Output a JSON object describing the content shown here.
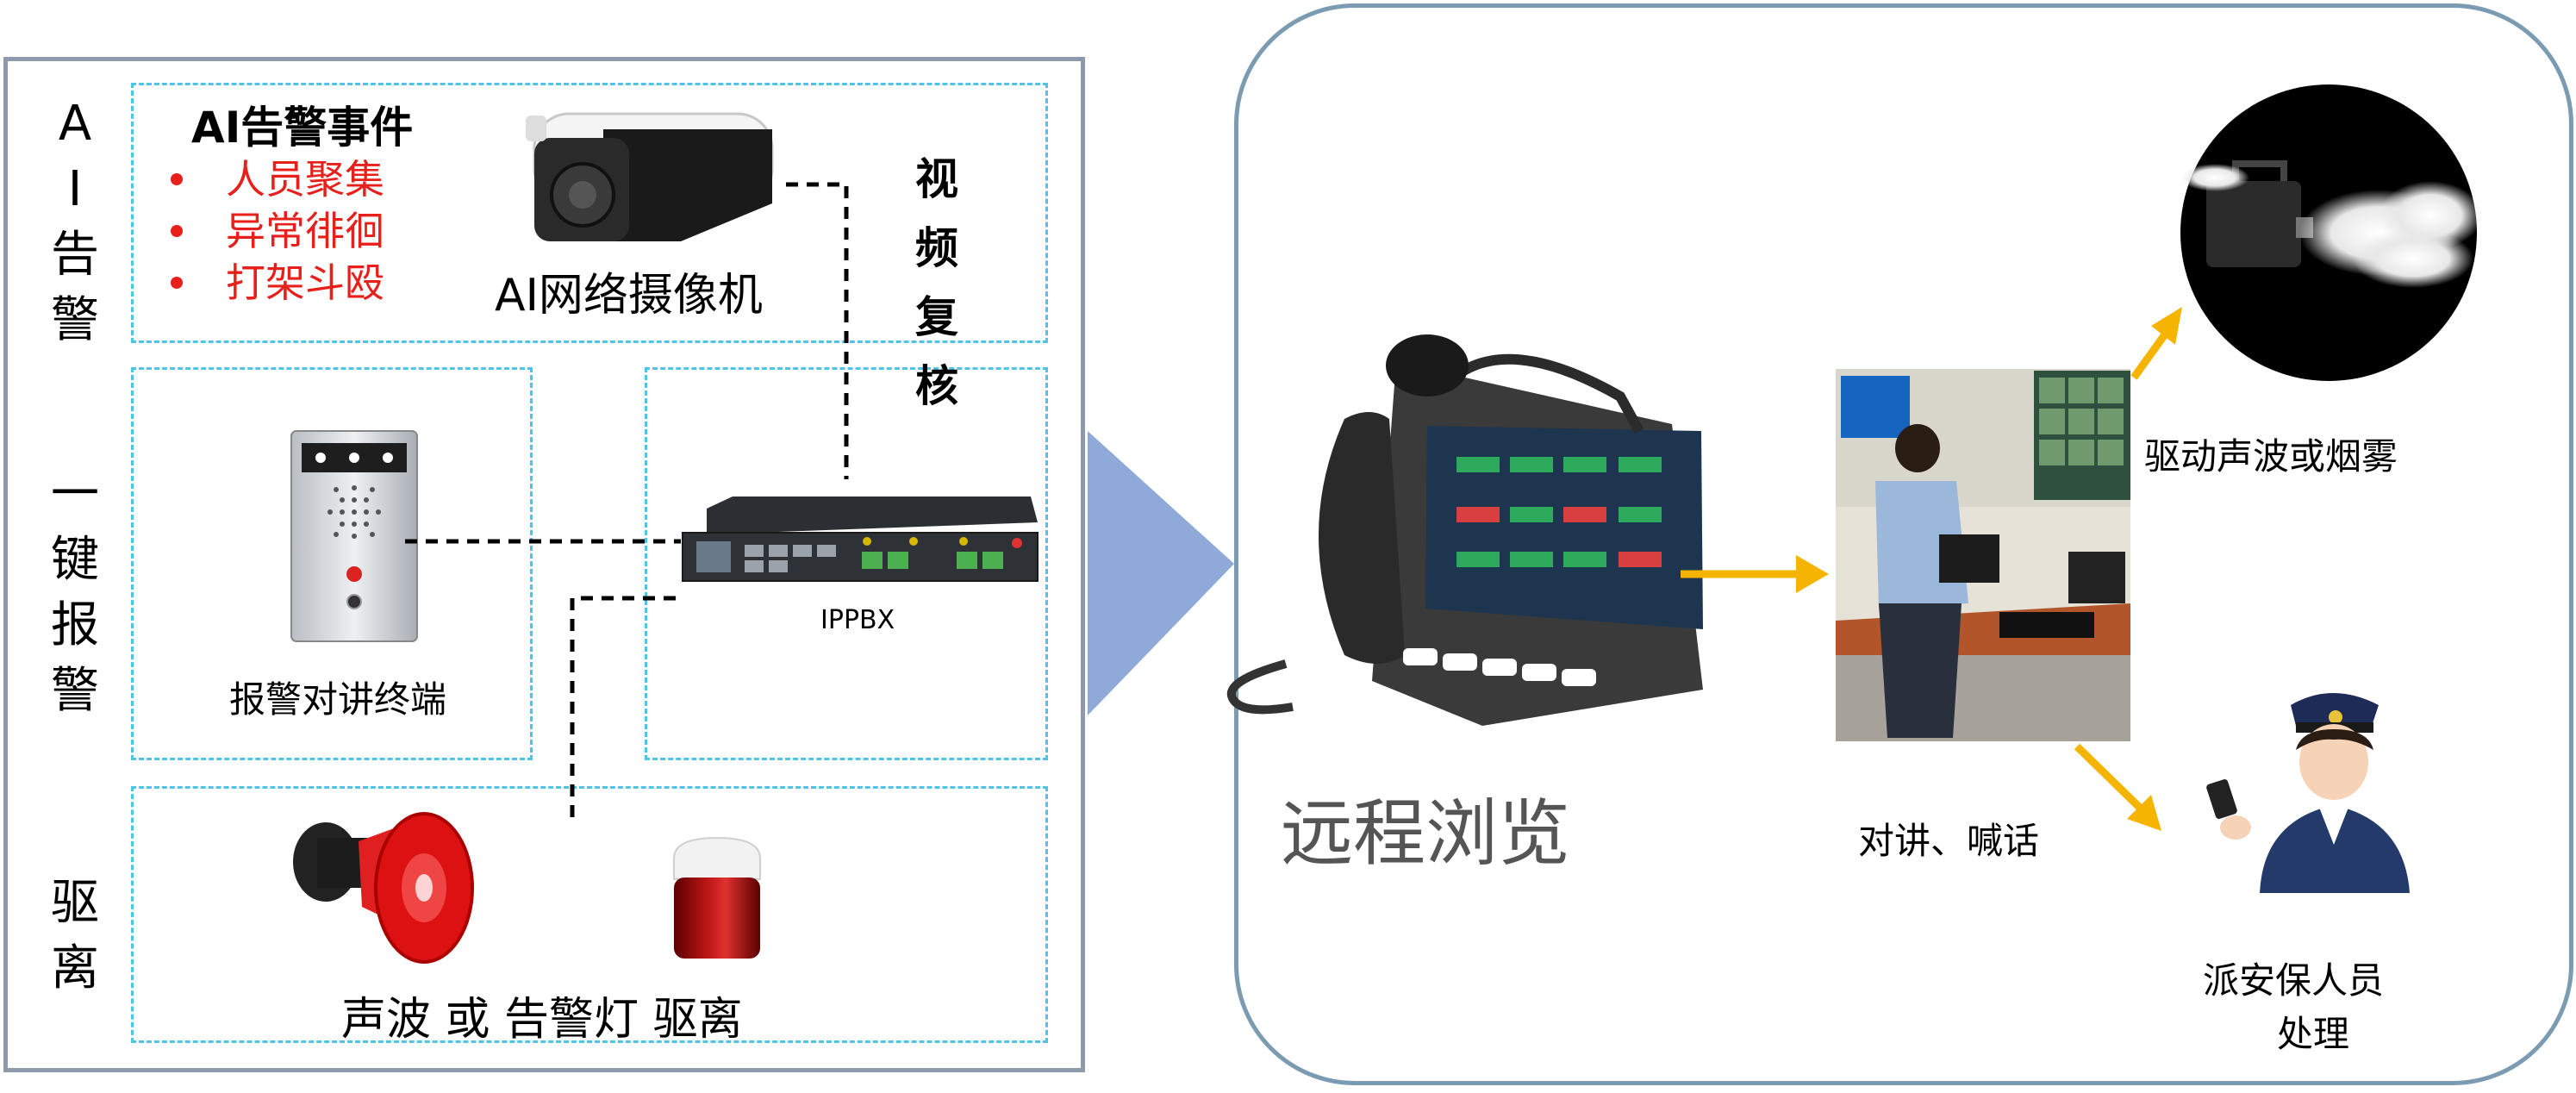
{
  "left_panel": {
    "groups": [
      {
        "label": "A\nI\n告\n警"
      },
      {
        "label": "一\n键\n报\n警"
      },
      {
        "label": "驱\n离"
      }
    ],
    "ai_events": {
      "title": "AI告警事件",
      "items": [
        "人员聚集",
        "异常徘徊",
        "打架斗殴"
      ]
    },
    "camera_label": "AI网络摄像机",
    "video_review_label": "视\n频\n复\n核",
    "intercom_label": "报警对讲终端",
    "ippbx_label": "IPPBX",
    "deter_label": "声波 或 告警灯 驱离"
  },
  "right_panel": {
    "remote_view_label": "远程浏览",
    "fog_label": "驱动声波或烟雾",
    "talk_label": "对讲、喊话",
    "dispatch_label_1": "派安保人员",
    "dispatch_label_2": "处理"
  },
  "colors": {
    "dashed_border": "#4fc3e8",
    "arrow_yellow": "#f5b400",
    "big_arrow": "#8fa9d8",
    "bullet_red": "#e8201c"
  },
  "icons": [
    "camera-icon",
    "intercom-terminal-icon",
    "ippbx-device-icon",
    "horn-speaker-icon",
    "alarm-light-icon",
    "desk-phone-icon",
    "monitoring-room-photo",
    "fog-machine-photo",
    "security-guard-icon"
  ]
}
